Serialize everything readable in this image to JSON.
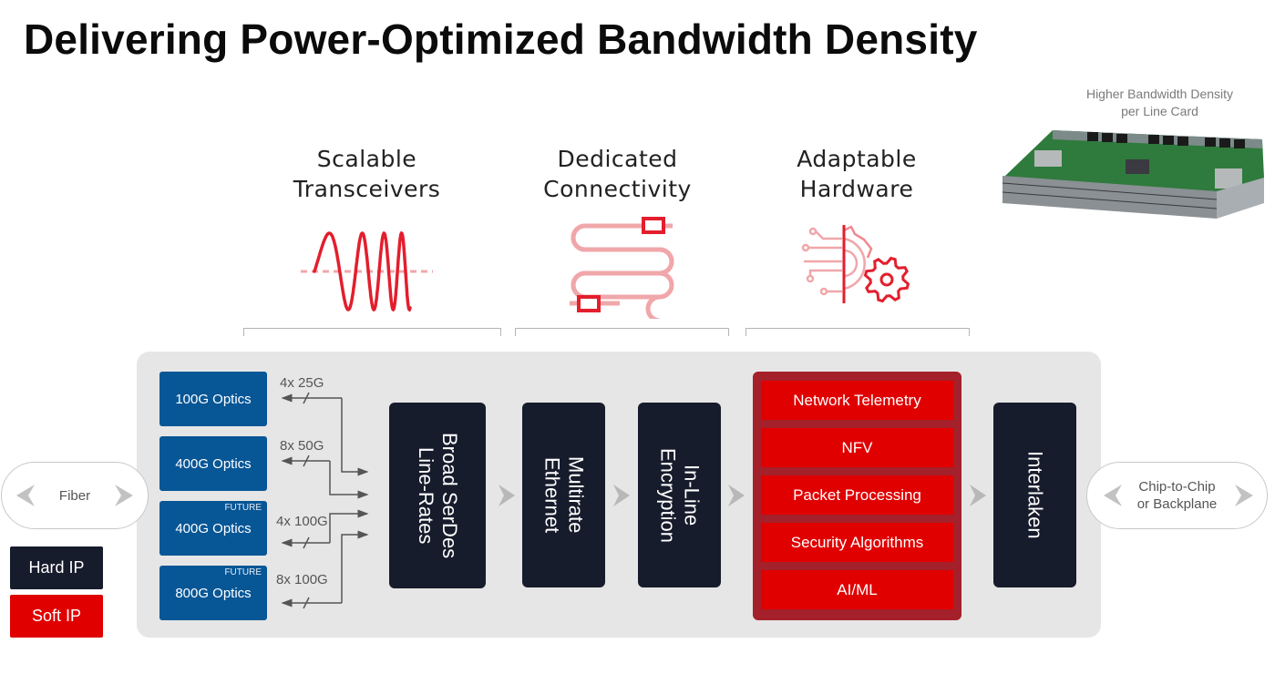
{
  "title": "Delivering Power-Optimized Bandwidth Density",
  "pillars": [
    {
      "line1": "Scalable",
      "line2": "Transceivers",
      "icon": "sine-wave-icon"
    },
    {
      "line1": "Dedicated",
      "line2": "Connectivity",
      "icon": "serpentine-cable-icon"
    },
    {
      "line1": "Adaptable",
      "line2": "Hardware",
      "icon": "circuit-gear-icon"
    }
  ],
  "line_card": {
    "caption_line1": "Higher Bandwidth Density",
    "caption_line2": "per Line Card",
    "image": "line-card-photo"
  },
  "optics": [
    {
      "label": "100G Optics",
      "badge": "",
      "rate": "4x 25G"
    },
    {
      "label": "400G Optics",
      "badge": "",
      "rate": "8x 50G"
    },
    {
      "label": "400G Optics",
      "badge": "FUTURE",
      "rate": "4x 100G"
    },
    {
      "label": "800G Optics",
      "badge": "FUTURE",
      "rate": "8x 100G"
    }
  ],
  "hard_ip_blocks": {
    "serdes_line1": "Broad SerDes",
    "serdes_line2": "Line-Rates",
    "ethernet_line1": "Multirate",
    "ethernet_line2": "Ethernet",
    "encryption_line1": "In-Line",
    "encryption_line2": "Encryption",
    "interlaken": "Interlaken"
  },
  "soft_ip_blocks": [
    "Network Telemetry",
    "NFV",
    "Packet Processing",
    "Security Algorithms",
    "AI/ML"
  ],
  "endpoints": {
    "left": "Fiber",
    "right_line1": "Chip-to-Chip",
    "right_line2": "or Backplane"
  },
  "legend": {
    "hard_ip": "Hard IP",
    "soft_ip": "Soft IP"
  },
  "colors": {
    "hard_ip": "#171c2c",
    "soft_ip": "#e00000",
    "soft_group_border": "#a4202a",
    "optics": "#075696",
    "panel": "#e6e6e6",
    "accent_red": "#e31e2d",
    "accent_pink": "#f0a7aa"
  }
}
